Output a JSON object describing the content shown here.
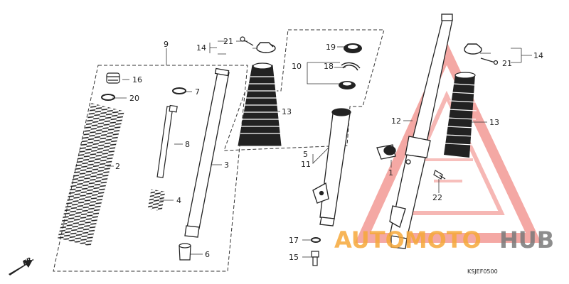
{
  "callouts": {
    "c9": "9",
    "c16": "16",
    "c20": "20",
    "c2": "2",
    "c7": "7",
    "c8": "8",
    "c3": "3",
    "c4": "4",
    "c6": "6",
    "c14a": "14",
    "c21a": "21",
    "c19": "19",
    "c10": "10",
    "c18": "18",
    "c13a": "13",
    "c5": "5",
    "c11": "11",
    "c17": "17",
    "c15": "15",
    "c12": "12",
    "c1": "1",
    "c22": "22",
    "c13b": "13",
    "c14b": "14",
    "c21b": "21"
  },
  "diagram_code": "KSJEF0500",
  "direction_label": "FR.",
  "watermark": {
    "part1": "AUTOMOTO",
    "part2": "HUB",
    "color_orange": "#f6a93a",
    "color_gray": "#7a7a7a",
    "color_red": "#e8453c"
  }
}
